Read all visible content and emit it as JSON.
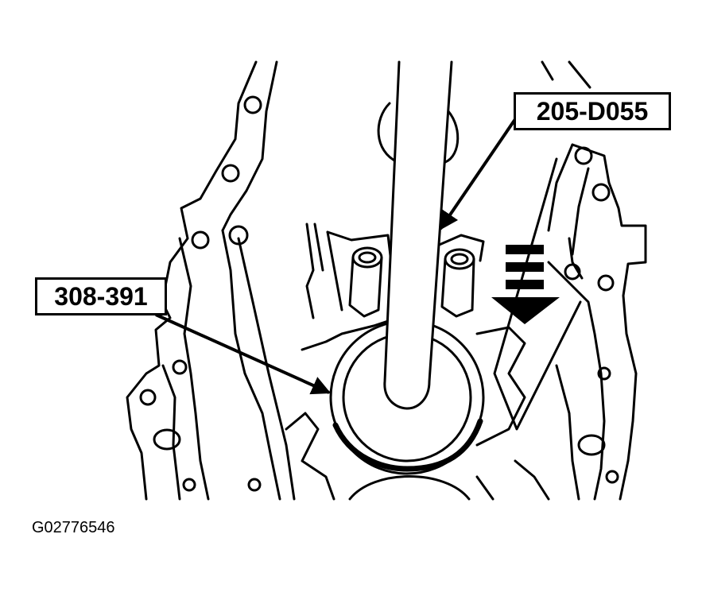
{
  "callouts": {
    "tool_upper": "205-D055",
    "tool_lower": "308-391"
  },
  "figure_id": "G02776546",
  "colors": {
    "line": "#000000",
    "background": "#ffffff"
  },
  "icons": {
    "direction_arrow": "downward-force-arrow"
  }
}
